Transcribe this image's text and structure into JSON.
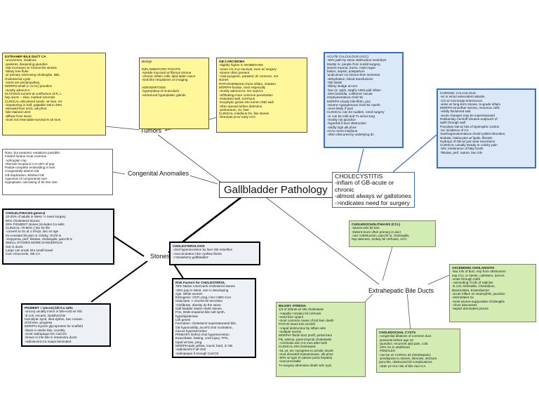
{
  "central": {
    "title": "Gallbladder Pathology"
  },
  "labels": {
    "tumors": "Tumors",
    "congenital": "Congenital Anomalies",
    "stones": "Stones",
    "extrahepatic": "Extrahepatic Bile Ducts"
  },
  "cholecystitis": {
    "lines": [
      "CHOLECYSTITIS",
      "-inflam of GB-acute or chronic",
      "-almost always w/ gallstones",
      "->indicates need for surgery"
    ]
  },
  "extrahepatic_ca": {
    "title": "EXTRAHEP BILE DUCT CA",
    "lines": [
      "-uncommon, insidious",
      "-painless, deepening jaundice",
      "-risk increases w/ Clonorchis sinesis",
      "  -biliary tree fluke",
      "-pr primary sclerosing cholangitis, IBD,",
      "  choledochal cysts",
      "-some are periampullary",
      "MORPH-small (< 2x bc) jaundice",
      "  -mostly adenoCA",
      "KLATSKIN tumors-at confluence of R, L",
      "  hep ducts -- slow, marked sclerosis",
      "CLINICAL-discolored stools, wt loss, n/v",
      "  -hepatomeg in half, palpable GB in 25%",
      "  -elevated liver enzs, alk phos",
      "  -bile-stained urine",
      "  -diffuse from stone",
      "-most not resectable-survival 6-18 mos"
    ]
  },
  "benign": {
    "title": "Benign",
    "lines": [
      "",
      "INFLAMMATORY POLYPS",
      "-sessile mucosal w/ fibrous stroma",
      "-chronic inflam cells, lipid-laden macs",
      "-look like neoplasms on imaging",
      "",
      "ADENOMYOSIS",
      "-hyperplasia of muscularis",
      "-intramural hyperplastic glands"
    ]
  },
  "gb_carcinoma": {
    "title": "GB CARCINOMA",
    "lines": [
      "-slightly higher in WOMEN-60s",
      "-mean 1% 5-yr survival, even w/ surgery",
      "-stones often present",
      "-Asia-pyogenic, parasitic dz common, not",
      "  stones",
      "PATHOGENESIS-chron inflam, irritation",
      "MORPH-fundus, neck especially",
      "-mostly adenoCAs, 5% SqCCs",
      "-Infiltrating-more common-penetration",
      "  -indurated wall, scirrhous",
      "-Exophytic-grows into lumen AND wall",
      "-often spread before detection",
      "  -peritoneum, GI, liver",
      "CLINICAL-insidious Dx, like stones",
      "  -fortunate pt w/ early ACC"
    ]
  },
  "acute_calculous": {
    "title": "ACUTE CALCULOUS (ACC)",
    "lines": [
      "-90% path by stone obstruction-neck/duct",
      "Mostly m- people from nonbil surgery,",
      "  severe trauma, burns, multi-organ",
      "  failure, sepsis, postpartum",
      "'acalculous'-no stones-from ischemia",
      "  -dehydration, blood transfusions",
      "  -GB stasis",
      "  -biliary sludge accum",
      "  -bac (S. typhi, staph) AIDS,wall inflam",
      "  -DM-clostridia, coliforms->acute",
      "    emphysematous cholc'tis",
      "MORPH-cloudy bile-fibrin, pus",
      "  -severe->gangrenous cholc'tis->perfs",
      "  -more likely if acal",
      "CLINICAL-can be sudden, need surgery",
      "  -or can be mild and Tx w/out surg",
      "  -mostly not jaundice",
      "  -hyperbili if duct obstruction",
      "  -mildly high alk phos",
      "ACAL-more insidious",
      "  -often obscured by underlying dz"
    ]
  },
  "chronic_calculous": {
    "title": "CHRONIC CALCULOUS",
    "lines": [
      "-w/ or w/out antecedent attacks",
      "-1/3 w/ microorgs-enterococci",
      "-arise w/ long-term stones, to-grade inflam",
      "MORPH-smoother serosa, mononuc cells",
      "  -mildly thickened wall",
      "-acute changes may be superimposed",
      "Rokitansky-Aschoff sinuses-outpouch of",
      "  epith through wall",
      "Porcelain GB-w/ lots of dystrophic Ca'tion",
      "  -inc incidence of CA",
      "Xanthogranulomatous chole'cystitis-shrunken,",
      "  Nodular, histiocytes w/ lipids, fibrosis",
      "Hydrops of GB-w/ just clear secretions",
      "CLINICAL-usually steady or colicky pain",
      "  -N/V, intolerance of fatty foods",
      "  -fistulas, perf, nature, bac infx"
    ]
  },
  "congenital_box": {
    "lines": [
      "Rare, but anatomic variations possible:",
      "Folded fundus most common",
      "  ->phrygian cap",
      "Aberrant locations in 5-10% of pop",
      "  Partial-complete embedding in liver",
      "Congenitally-absent GB",
      "GB duplication, Bilobed GB",
      "Agenesis of components-rare",
      "Hypoplastic narrowing of bil tree rare"
    ]
  },
  "cholelithiasis": {
    "title": "CHOLELITHIASIS-general",
    "lines": [
      "10-20% of adults in West- ½ need surgery",
      "80% Cholesterol stones",
      "20% PIGMENT stones (includes Ca salts",
      "CLINICAL-70-80% (-)Sx for life",
      "  -convert to Sx at 1-2%/yr, dec w/ age",
      "Sx-constant bil pain or colicky, cho'lit is",
      "-empyema, perf, fistulas, cholangitis, panc'tit is",
      "SMALL STONES MORE DANGEROUS",
      "  Get in ducts",
      "Large can erode into small bowel",
      "  Can->mucocele, GB CA"
    ]
  },
  "cholesterolosis": {
    "title": "CHOLESTEROLOSIS",
    "lines": [
      "-chol hypersecretion by liver-GB esterifies",
      "  ->accumulates CEs->yellow flecks",
      "->'strawberry gallbladder'"
    ]
  },
  "risk_factors": {
    "title": "Risk Factors for CHOLESTEROL",
    "lines": [
      "75% Native Americans-cholesterol stones",
      "-25% pop in West, rare in developing",
      "Age. White women",
      "Estrogenic: OCP, preg->incr HMG-CoA",
      "  reductase -> excess bil secretion",
      "  -Clofibrate, obesity do the same",
      "Gall bladder stasis->both stones",
      "FHx, IEMs-impaired bile salt synth,",
      "  hyperlipidemias",
      "  Lith genes",
      "Formation: cholesterol supersaturated bile,",
      "  GB hypomotility, accel'd chol nucleation,",
      "  mucus hypersecretion",
      "PRIMARY Defect-chol hypersecretion",
      "Exacerbate: fasting, cord injury, TPN,",
      "  rapid wt loss, preg",
      "MORPH-pale yellow, round, hard, in GB",
      "  -radiolucent if all chol",
      "  -radiopaque if enough CaCO3"
    ]
  },
  "pigment": {
    "title": "PIGMENT = Unconj bili-Ca salts",
    "lines": [
      "-unconj usually minor in bile-incld w/ infx",
      "  -E.coli, Ascaris, Opisthorchis",
      "Hemolytic synd, ileal dysfxn, bac contam",
      "  of bil tree, progress",
      "MORPH-myosin glycoprotein for scaffold",
      "-black in sterile bile, crumbly",
      "  -most radiopaque b/c CaCO3",
      "-brown in infx bile in intra/extra ducts",
      "  -radiolucent-Ca soaps-laminated"
    ]
  },
  "choledocholithiasis": {
    "title": "CHOLEDOCHOLITHIASIS (CCL)",
    "lines": [
      "-stones w/in bil tree",
      "-Detent-more often primary in duct",
      "-can->obstruction, panc'tit is, cholangitis,",
      "  hep abscess, 2ndary bil cirrhosis, ACC"
    ]
  },
  "ascending": {
    "title": "ASCENDING CHOLANGITIS",
    "lines": [
      "-bac infx of duct, esp from obstruction",
      "  esp CCL or stents, catheters, tumors",
      "-enter through Oddi",
      "-'ascending' if infx of radicles",
      "-E.coli, Klebsiella, Clostridium,",
      "  Bacteroides, Enterobacter",
      "-acute inflam w/ neutrophils, jaundice",
      "-intermittent Sx",
      "-most severe-suppurative cholangitis",
      "  ->liver abscesses",
      "-sepsis dominates picture"
    ]
  },
  "biliary_atresia": {
    "title": "BILIARY ATRESIA",
    "lines": [
      "1/3 of infants w/ NN cholestasis",
      "->rapidly->2ndary bil cirrhosis",
      "  -need liver xplant",
      "-most common cause of kid liver death",
      "PATHO-intact tree at birth",
      "  ->rapid destruction by inflam wks",
      "  -multiple mechs",
      "MORPH-'florid'-duct prolif, portal tract",
      "  FB, edema, parenchymal cholestasis",
      "  ->cirrhosis w/in 3-6 mos after birth",
      "CLINICAL-NN cholestasis",
      "-NL wt, etc->progress to acholic stools",
      "-mod elevated transaminase, alk phos",
      "-90% w/ type III (above porta hepatis)",
      "  -noncorrectable",
      "Tx-surgery-otherwise death w/in 2yrs"
    ]
  },
  "choledochal": {
    "title": "CHOLEDOCHAL CYSTS",
    "lines": [
      "-congenital dilations of common duct",
      "-presents before age 10",
      "  -jaundice, recurrent abd pain, colic",
      "-20% Sx in adulthood",
      "  -FEMALES",
      "-can be w/ CAROLI dz (intrahepatic)",
      "-predispose to stones, stenosis, stricture,",
      "  panc'tits, obstructed bil complications",
      "-older pt->inc risk of bile duct CA"
    ]
  }
}
